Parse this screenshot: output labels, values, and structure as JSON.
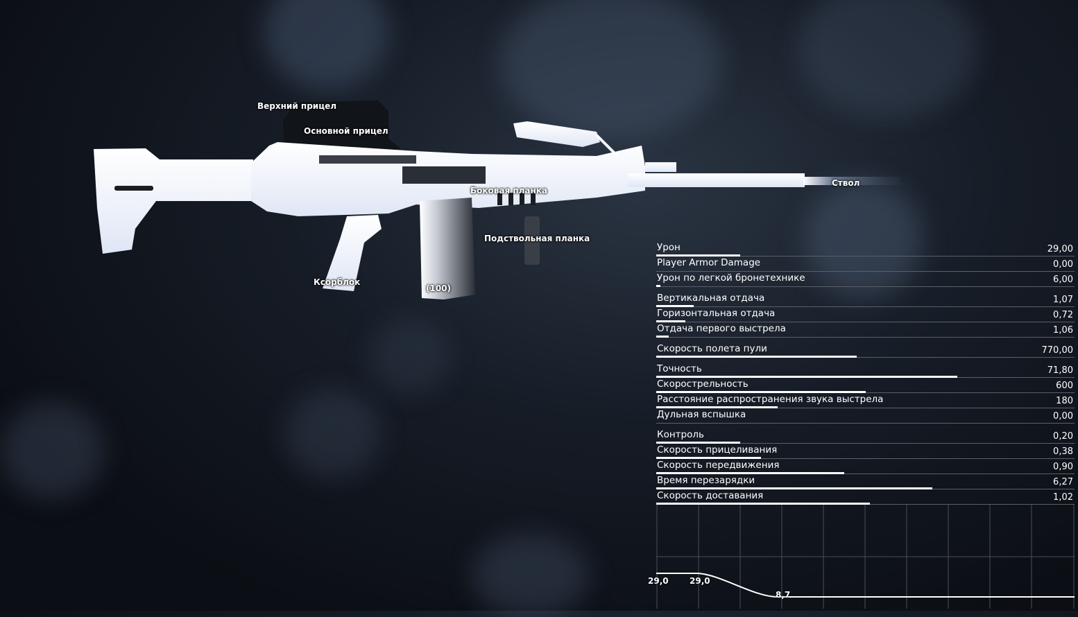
{
  "attachments": [
    {
      "id": "top-sight",
      "label": "Верхний прицел"
    },
    {
      "id": "main-sight",
      "label": "Основной прицел"
    },
    {
      "id": "side-rail",
      "label": "Боковая планка"
    },
    {
      "id": "barrel",
      "label": "Ствол"
    },
    {
      "id": "underbarrel-rail",
      "label": "Подствольная планка"
    },
    {
      "id": "stock",
      "label": "Ксорблок"
    },
    {
      "id": "magazine",
      "label": "(100)"
    }
  ],
  "stats": [
    {
      "label": "Урон",
      "value": "29,00",
      "fill": 0.2
    },
    {
      "label": "Player Armor Damage",
      "value": "0,00",
      "fill": 0.0
    },
    {
      "label": "Урон по легкой бронетехнике",
      "value": "6,00",
      "fill": 0.01
    },
    {
      "label": "Вертикальная отдача",
      "value": "1,07",
      "fill": 0.09
    },
    {
      "label": "Горизонтальная отдача",
      "value": "0,72",
      "fill": 0.07
    },
    {
      "label": "Отдача первого выстрела",
      "value": "1,06",
      "fill": 0.03
    },
    {
      "label": "Скорость полета пули",
      "value": "770,00",
      "fill": 0.48
    },
    {
      "label": "Точность",
      "value": "71,80",
      "fill": 0.72
    },
    {
      "label": "Скорострельность",
      "value": "600",
      "fill": 0.5
    },
    {
      "label": "Расстояние распространения звука выстрела",
      "value": "180",
      "fill": 0.29
    },
    {
      "label": "Дульная вспышка",
      "value": "0,00",
      "fill": 0.0
    },
    {
      "label": "Контроль",
      "value": "0,20",
      "fill": 0.2
    },
    {
      "label": "Скорость прицеливания",
      "value": "0,38",
      "fill": 0.25
    },
    {
      "label": "Скорость передвижения",
      "value": "0,90",
      "fill": 0.45
    },
    {
      "label": "Время перезарядки",
      "value": "6,27",
      "fill": 0.66
    },
    {
      "label": "Скорость доставания",
      "value": "1,02",
      "fill": 0.51
    }
  ],
  "damage_graph": {
    "labels": [
      "29,0",
      "29,0",
      "8,7"
    ],
    "max_damage": 29.0,
    "min_damage": 8.7
  }
}
